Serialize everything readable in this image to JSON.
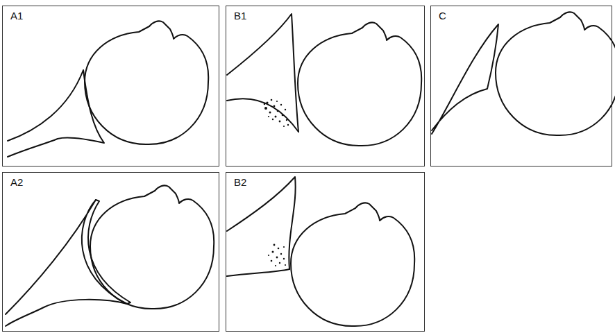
{
  "diagram": {
    "nodes": [
      {
        "text": [
          "A1"
        ]
      },
      {
        "text": [
          "B1"
        ]
      },
      {
        "text": [
          "C"
        ]
      },
      {
        "text": [
          "A2"
        ]
      },
      {
        "text": [
          "B2"
        ]
      }
    ]
  }
}
